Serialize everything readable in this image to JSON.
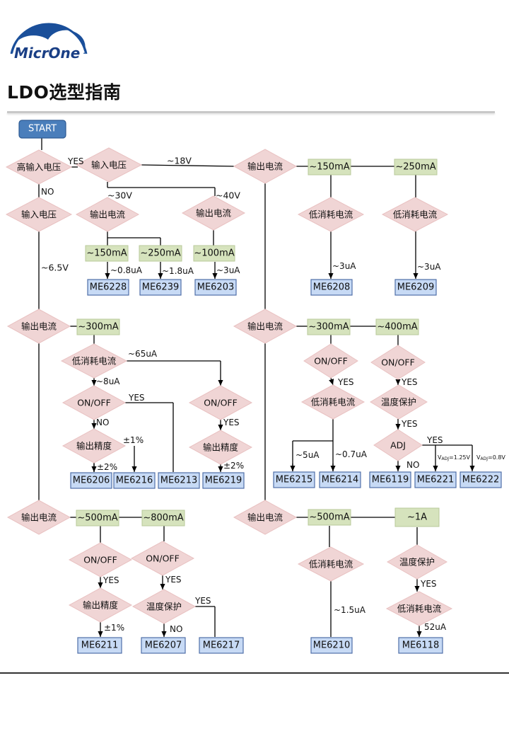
{
  "logo": {
    "text": "MicrOne",
    "colors": {
      "arc": "#1a4f9a",
      "text": "#1a3f85"
    }
  },
  "title": "LDO选型指南",
  "colors": {
    "decision": "#f0d5d5",
    "range": "#d6e3bd",
    "part": "#c7daf5",
    "part_border": "#4f6fa8",
    "start": "#4a7ebb",
    "line": "#000000"
  },
  "nodes": {
    "start": "START",
    "d_high_vin": "高输入电压",
    "d_vin_a": "输入电压",
    "d_vin_b": "输入电压",
    "d_iout_30v": "输出电流",
    "d_iout_40v": "输出电流",
    "d_iout_18v": "输出电流",
    "d_lowq_150": "低消耗电流",
    "d_lowq_250": "低消耗电流",
    "d_iout_65v": "输出电流",
    "d_lowq_300": "低消耗电流",
    "d_onoff_8ua": "ON/OFF",
    "d_onoff_65ua": "ON/OFF",
    "d_acc_a": "输出精度",
    "d_acc_b": "输出精度",
    "d_iout_r2": "输出电流",
    "d_onoff_300b": "ON/OFF",
    "d_onoff_400": "ON/OFF",
    "d_lowq_300b": "低消耗电流",
    "d_temp_400": "温度保护",
    "d_adj": "ADJ",
    "d_iout_r3": "输出电流",
    "d_onoff_500": "ON/OFF",
    "d_onoff_800": "ON/OFF",
    "d_acc_c": "输出精度",
    "d_temp_800": "温度保护",
    "d_iout_r3b": "输出电流",
    "d_lowq_500b": "低消耗电流",
    "d_temp_1a": "温度保护",
    "d_lowq_1a": "低消耗电流",
    "r_150_l": "~150mA",
    "r_250_l": "~250mA",
    "r_100": "~100mA",
    "r_150_r": "~150mA",
    "r_250_r": "~250mA",
    "r_300_l": "~300mA",
    "r_300_r": "~300mA",
    "r_400": "~400mA",
    "r_500_l": "~500mA",
    "r_800": "~800mA",
    "r_500_r": "~500mA",
    "r_1a": "~1A",
    "p_6228": "ME6228",
    "p_6239": "ME6239",
    "p_6203": "ME6203",
    "p_6208": "ME6208",
    "p_6209": "ME6209",
    "p_6206": "ME6206",
    "p_6216": "ME6216",
    "p_6213": "ME6213",
    "p_6219": "ME6219",
    "p_6215": "ME6215",
    "p_6214": "ME6214",
    "p_6119": "ME6119",
    "p_6221": "ME6221",
    "p_6222": "ME6222",
    "p_6211": "ME6211",
    "p_6207": "ME6207",
    "p_6217": "ME6217",
    "p_6210": "ME6210",
    "p_6118": "ME6118"
  },
  "edge_labels": {
    "yes_1": "YES",
    "no_1": "NO",
    "v18": "~18V",
    "v30": "~30V",
    "v40": "~40V",
    "v65": "~6.5V",
    "q08": "~0.8uA",
    "q18": "~1.8uA",
    "q3a": "~3uA",
    "q3b": "~3uA",
    "q3c": "~3uA",
    "q65": "~65uA",
    "q8": "~8uA",
    "yes_2": "YES",
    "no_2": "NO",
    "yes_3": "YES",
    "pm1": "±1%",
    "pm2a": "±2%",
    "pm2b": "±2%",
    "yes_4": "YES",
    "yes_5": "YES",
    "yes_6": "YES",
    "q5": "~5uA",
    "q07": "~0.7uA",
    "yes_7": "YES",
    "no_3": "NO",
    "vadj1": "V",
    "vadj1_sub": "ADJ",
    "vadj1_val": "=1.25V",
    "vadj2": "V",
    "vadj2_sub": "ADJ",
    "vadj2_val": "=0.8V",
    "yes_8": "YES",
    "yes_9": "YES",
    "pm1b": "±1%",
    "no_4": "NO",
    "yes_10": "YES",
    "q15": "~1.5uA",
    "yes_11": "YES",
    "q52": "52uA"
  }
}
